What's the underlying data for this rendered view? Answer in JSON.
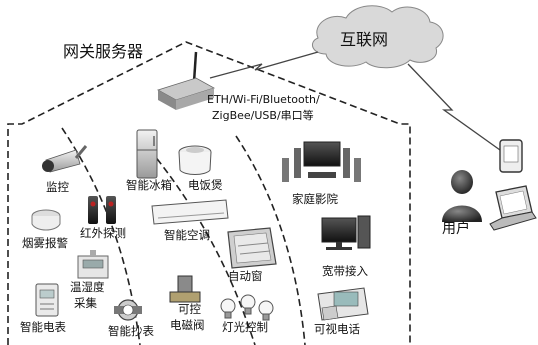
{
  "gateway": {
    "label": "网关服务器",
    "protocols_line1": "ETH/Wi-Fi/Bluetooth/",
    "protocols_line2": "ZigBee/USB/串口等"
  },
  "internet": {
    "label": "互联网"
  },
  "user": {
    "label": "用户"
  },
  "devices": {
    "monitor": "监控",
    "smoke_alarm": "烟雾报警",
    "infrared": "红外探测",
    "temp_humidity_line1": "温湿度",
    "temp_humidity_line2": "采集",
    "smart_meter": "智能电表",
    "smart_reading": "智能抄表",
    "smart_fridge": "智能冰箱",
    "rice_cooker": "电饭煲",
    "smart_ac": "智能空调",
    "auto_window": "自动窗",
    "valve_line1": "可控",
    "valve_line2": "电磁阀",
    "light_control": "灯光控制",
    "home_theater": "家庭影院",
    "broadband": "宽带接入",
    "video_phone": "可视电话"
  }
}
